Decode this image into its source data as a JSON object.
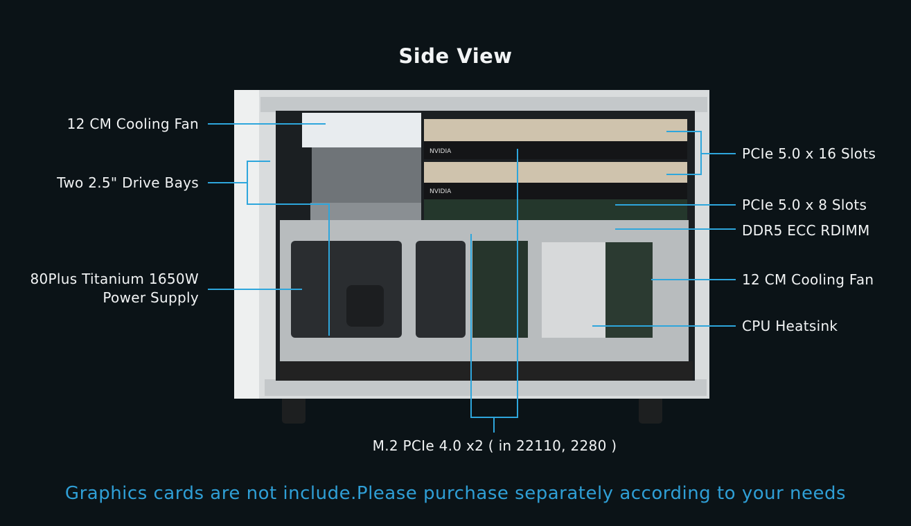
{
  "title": "Side View",
  "callouts": {
    "left": {
      "fan": "12 CM Cooling Fan",
      "drive_bays": "Two 2.5\" Drive Bays",
      "psu_line1": "80Plus Titanium 1650W",
      "psu_line2": "Power Supply"
    },
    "right": {
      "pcie16": "PCIe 5.0 x 16 Slots",
      "pcie8": "PCIe 5.0 x 8 Slots",
      "ddr5": "DDR5 ECC RDIMM",
      "fan": "12 CM Cooling Fan",
      "cpu": "CPU Heatsink"
    },
    "bottom": {
      "m2": "M.2 PCIe 4.0 x2 ( in 22110, 2280 )"
    }
  },
  "gpu_brand": "NVIDIA",
  "note": "Graphics cards are not include.Please purchase separately according to your needs",
  "colors": {
    "background": "#0b1317",
    "leader": "#2ea6dc",
    "note": "#2f9fd6"
  }
}
